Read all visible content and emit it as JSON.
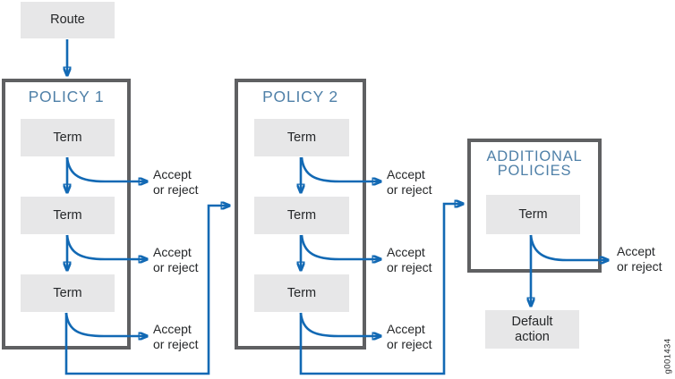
{
  "colors": {
    "arrow_blue": "#1269b4",
    "frame_gray": "#5f6062",
    "node_fill": "#e7e7e8",
    "title_blue": "#4f80a8",
    "text_dark": "#252729"
  },
  "diagram": {
    "route_label": "Route",
    "accept_reject": {
      "line1": "Accept",
      "line2": "or reject"
    },
    "policies": [
      {
        "title": "POLICY 1",
        "terms": [
          "Term",
          "Term",
          "Term"
        ]
      },
      {
        "title": "POLICY 2",
        "terms": [
          "Term",
          "Term",
          "Term"
        ]
      },
      {
        "title": "ADDITIONAL POLICIES",
        "terms": [
          "Term"
        ]
      }
    ],
    "default_action": {
      "line1": "Default",
      "line2": "action"
    },
    "figure_id": "g001434"
  }
}
